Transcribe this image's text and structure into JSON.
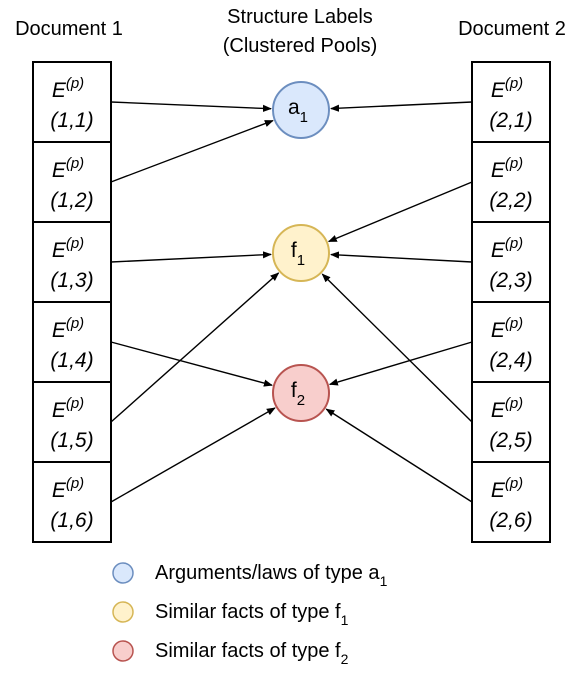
{
  "headers": {
    "doc1": "Document 1",
    "center_line1": "Structure Labels",
    "center_line2": "(Clustered Pools)",
    "doc2": "Document 2"
  },
  "cell_symbol": "E",
  "cell_superscript": "(p)",
  "doc1_cells": [
    "(1,1)",
    "(1,2)",
    "(1,3)",
    "(1,4)",
    "(1,5)",
    "(1,6)"
  ],
  "doc2_cells": [
    "(2,1)",
    "(2,2)",
    "(2,3)",
    "(2,4)",
    "(2,5)",
    "(2,6)"
  ],
  "nodes": [
    {
      "id": "a1",
      "base": "a",
      "sub": "1",
      "fill": "#dae8fc",
      "stroke": "#6c8ebf"
    },
    {
      "id": "f1",
      "base": "f",
      "sub": "1",
      "fill": "#fff2cc",
      "stroke": "#d6b656"
    },
    {
      "id": "f2",
      "base": "f",
      "sub": "2",
      "fill": "#f8cecc",
      "stroke": "#b85450"
    }
  ],
  "edges": [
    {
      "from": "(1,1)",
      "to": "a1"
    },
    {
      "from": "(1,2)",
      "to": "a1"
    },
    {
      "from": "(1,3)",
      "to": "f1"
    },
    {
      "from": "(1,4)",
      "to": "f2"
    },
    {
      "from": "(1,5)",
      "to": "f1"
    },
    {
      "from": "(1,6)",
      "to": "f2"
    },
    {
      "from": "(2,1)",
      "to": "a1"
    },
    {
      "from": "(2,2)",
      "to": "f1"
    },
    {
      "from": "(2,3)",
      "to": "f1"
    },
    {
      "from": "(2,4)",
      "to": "f2"
    },
    {
      "from": "(2,5)",
      "to": "f1"
    },
    {
      "from": "(2,6)",
      "to": "f2"
    }
  ],
  "legend": [
    {
      "text": "Arguments/laws of type a",
      "sub": "1",
      "fill": "#dae8fc",
      "stroke": "#6c8ebf"
    },
    {
      "text": "Similar facts of type f",
      "sub": "1",
      "fill": "#fff2cc",
      "stroke": "#d6b656"
    },
    {
      "text": "Similar facts of type f",
      "sub": "2",
      "fill": "#f8cecc",
      "stroke": "#b85450"
    }
  ]
}
